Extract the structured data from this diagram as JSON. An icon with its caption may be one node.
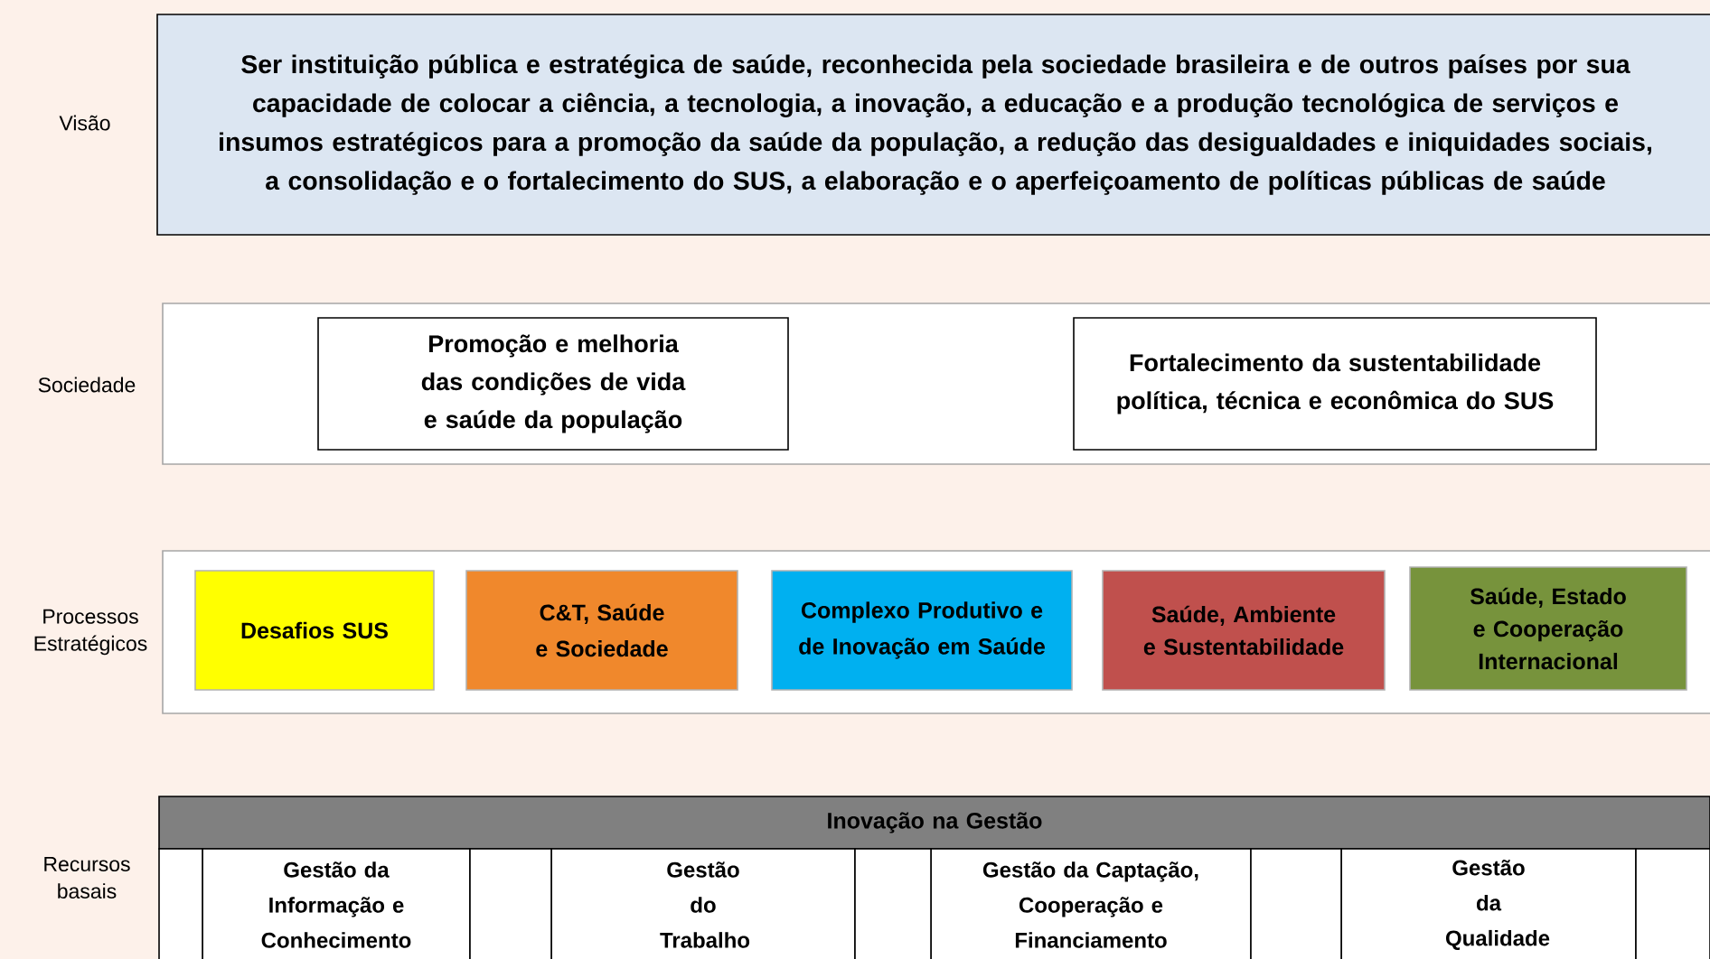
{
  "diagram": {
    "nodes": [
      {
        "text": [
          "Ser instituição pública e estratégica de saúde, reconhecida pela sociedade brasileira e de outros países por sua capacidade de colocar a ciência, a tecnologia, a inovação, a educação e a produção tecnológica de serviços e insumos estratégicos para a promoção da saúde da população, a redução das desigualdades e iniquidades sociais, a consolidação e o fortalecimento do SUS, a elaboração e o aperfeiçoamento de políticas públicas de saúde"
        ]
      },
      {
        "text": [],
        "shape": "box"
      },
      {
        "text": [
          "Promoção e melhoria das condições de vida e saúde da população"
        ],
        "in": 1
      },
      {
        "text": [
          "Fortalecimento da sustentabilidade política, técnica e econômica do SUS"
        ],
        "in": 1
      },
      {
        "text": [],
        "shape": "box"
      },
      {
        "text": [
          "Desafios SUS"
        ],
        "in": 4
      },
      {
        "text": [
          "C&T, Saúde e Sociedade"
        ],
        "in": 4
      },
      {
        "text": [
          "Complexo Produtivo e de Inovação em Saúde"
        ],
        "in": 4
      },
      {
        "text": [
          "Saúde, Ambiente e Sustentabilidade"
        ],
        "in": 4
      },
      {
        "text": [
          "Saúde, Estado e Cooperação Internacional"
        ],
        "in": 4
      },
      {
        "text": [
          "Inovação na Gestão"
        ]
      },
      {
        "text": [
          "Gestão da Informação e Conhecimento"
        ]
      },
      {
        "text": [
          "Gestão do Trabalho"
        ]
      },
      {
        "text": [
          "Gestão da Captação, Cooperação e Financiamento"
        ]
      },
      {
        "text": [
          "Gestão da Qualidade"
        ]
      }
    ],
    "labels": [
      "Visão",
      "Sociedade",
      "Processos Estratégicos",
      "Recursos basais"
    ]
  }
}
